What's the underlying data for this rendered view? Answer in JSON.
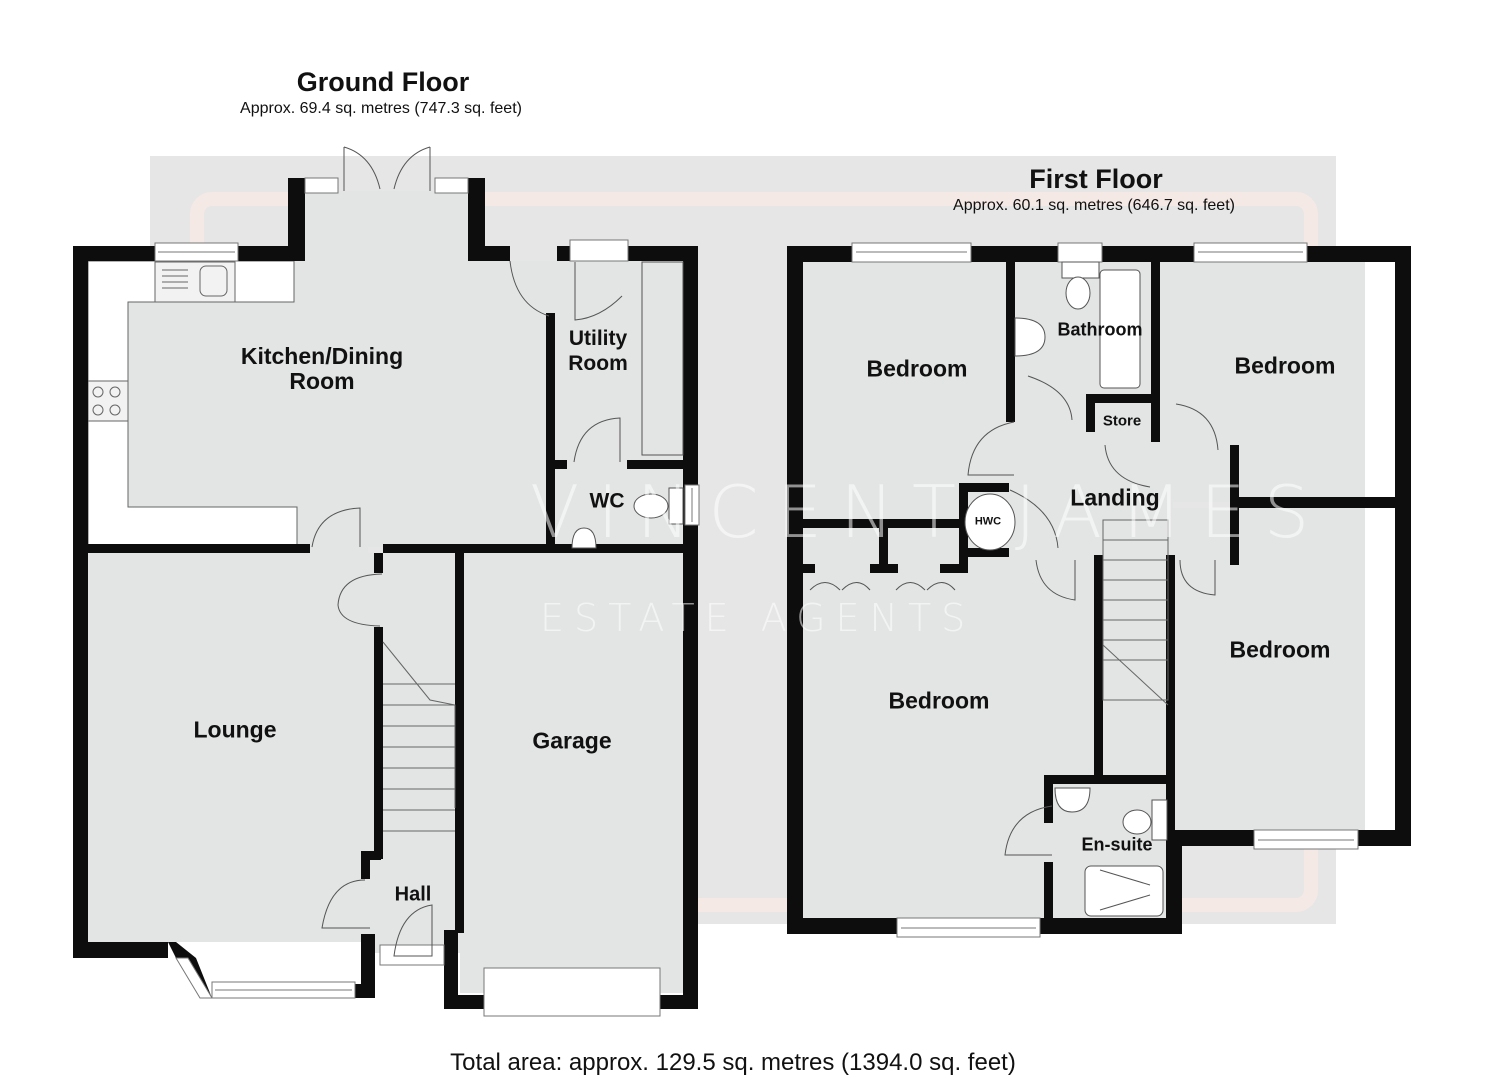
{
  "ground_floor": {
    "title": "Ground Floor",
    "area": "Approx. 69.4 sq. metres (747.3 sq. feet)",
    "rooms": {
      "kitchen_line1": "Kitchen/Dining",
      "kitchen_line2": "Room",
      "utility_line1": "Utility",
      "utility_line2": "Room",
      "wc": "WC",
      "lounge": "Lounge",
      "garage": "Garage",
      "hall": "Hall"
    }
  },
  "first_floor": {
    "title": "First Floor",
    "area": "Approx. 60.1 sq. metres (646.7 sq. feet)",
    "rooms": {
      "bedroom_top_left": "Bedroom",
      "bathroom": "Bathroom",
      "bedroom_top_right": "Bedroom",
      "store": "Store",
      "landing": "Landing",
      "hwc": "HWC",
      "bedroom_main": "Bedroom",
      "bedroom_right": "Bedroom",
      "ensuite": "En-suite"
    }
  },
  "total_area": "Total area: approx. 129.5 sq. metres (1394.0 sq. feet)",
  "watermark": {
    "line1": "VINCENT JAMES",
    "line2": "ESTATE AGENTS"
  },
  "colors": {
    "wall": "#0d0d0d",
    "floor_fill": "#e3e4e4",
    "watermark_panel": "#e6e6e6",
    "background": "#ffffff"
  }
}
